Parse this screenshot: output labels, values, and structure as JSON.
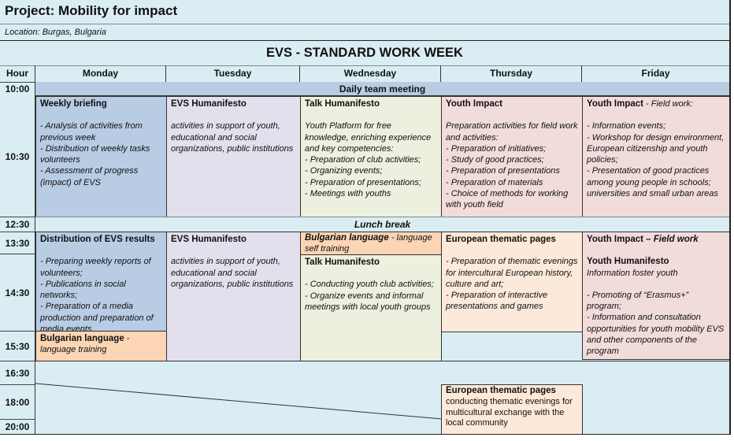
{
  "project_title": "Project: Mobility for impact",
  "location": "Location: Burgas, Bulgaria",
  "heading": "EVS - STANDARD WORK WEEK",
  "columns": [
    "Hour",
    "Monday",
    "Tuesday",
    "Wednesday",
    "Thursday",
    "Friday"
  ],
  "hours": [
    "10:00",
    "10:30",
    "12:30",
    "13:30",
    "14:30",
    "15:30",
    "16:30",
    "18:00",
    "20:00"
  ],
  "daily_meeting": "Daily team meeting",
  "lunch_break": "Lunch break",
  "colors": {
    "background": "#daedf3",
    "monday_blue": "#b8cce4",
    "tuesday_lavender": "#e4dfec",
    "wednesday_green": "#ebf1de",
    "friday_pink": "#f2dcdb",
    "thursday_peach": "#fde9d9",
    "language_orange": "#fcd5b4"
  },
  "morning": {
    "monday": {
      "title": "Weekly briefing",
      "lines": [
        "- Analysis of activities from previous week",
        "- Distribution of weekly tasks volunteers",
        "- Assessment of progress (impact) of EVS"
      ]
    },
    "tuesday": {
      "title": "EVS Humanifesto",
      "lines": [
        "activities in support of youth, educational and social organizations, public institutions"
      ]
    },
    "wednesday": {
      "title": "Talk Humanifesto",
      "intro": "Youth Platform for free knowledge, enriching experience and key competencies:",
      "lines": [
        "-  Preparation of club activities;",
        "-  Organizing events;",
        "-  Preparation of presentations;",
        "-  Meetings with youths"
      ]
    },
    "thursday": {
      "title": "Youth Impact",
      "intro": "Preparation activities for field work and activities:",
      "lines": [
        "- Preparation of initiatives;",
        "- Study of good practices;",
        "- Preparation of presentations",
        "- Preparation of materials",
        "- Choice of methods for working with youth field"
      ]
    },
    "friday": {
      "title": "Youth Impact",
      "title_suffix": " - Field work:",
      "lines": [
        "- Information events;",
        "- Workshop for design environment, European citizenship and youth policies;",
        "- Presentation of good practices among young people in schools; universities and small urban areas"
      ]
    }
  },
  "afternoon": {
    "monday": {
      "title": "Distribution of EVS results",
      "lines": [
        "- Preparing weekly reports of volunteers;",
        "- Publications in social networks;",
        "- Preparation of a media production and preparation of media events"
      ]
    },
    "monday_language": {
      "title": "Bulgarian language",
      "suffix": " - language training"
    },
    "tuesday": {
      "title": "EVS Humanifesto",
      "lines": [
        "activities in support of youth, educational and social organizations, public institutions"
      ]
    },
    "wednesday_language": {
      "title": "Bulgarian language",
      "suffix": " - language self training"
    },
    "wednesday": {
      "title": "Talk Humanifesto",
      "lines": [
        "- Conducting youth club activities;",
        "- Organize events and informal meetings with local youth groups"
      ]
    },
    "thursday": {
      "title": "European thematic pages",
      "lines": [
        "- Preparation of thematic evenings for intercultural European history, culture and art;",
        "- Preparation of interactive presentations and games"
      ]
    },
    "friday": {
      "title": "Youth Impact – ",
      "title_suffix": "Field work",
      "subtitle": "Youth Humanifesto",
      "subtitle_line": "Information foster youth",
      "lines": [
        "- Promoting of “Erasmus+” program;",
        " - Information and consultation opportunities for youth mobility EVS and other components of the program"
      ]
    }
  },
  "evening": {
    "thursday": {
      "title": "European thematic pages",
      "text": "conducting thematic evenings for multicultural exchange with the local community"
    }
  }
}
